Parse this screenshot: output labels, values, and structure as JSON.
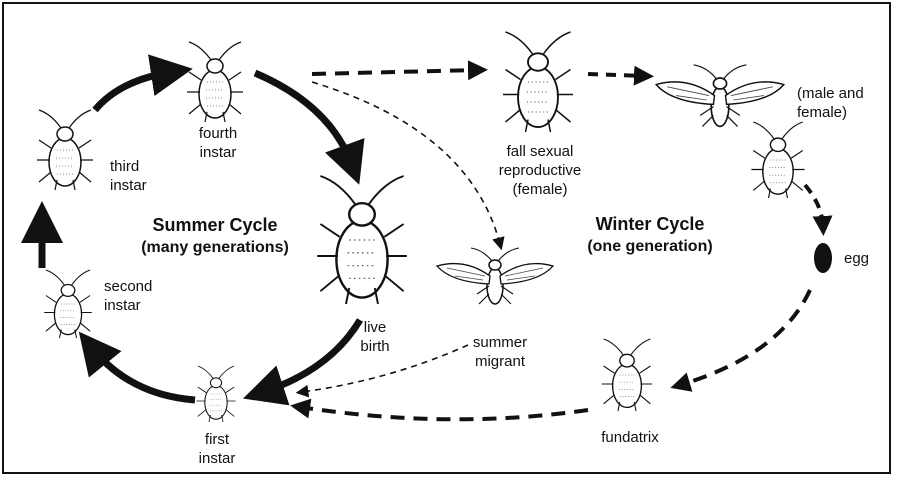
{
  "summer": {
    "title": "Summer Cycle",
    "subtitle": "(many generations)"
  },
  "winter": {
    "title": "Winter Cycle",
    "subtitle": "(one generation)"
  },
  "stages": {
    "fourth_instar": [
      "fourth",
      "instar"
    ],
    "third_instar": [
      "third",
      "instar"
    ],
    "second_instar": [
      "second",
      "instar"
    ],
    "first_instar": [
      "first",
      "instar"
    ],
    "live_birth": [
      "live",
      "birth"
    ],
    "summer_migrant": [
      "summer",
      "migrant"
    ],
    "fall_sexual": [
      "fall sexual",
      "reproductive",
      "(female)"
    ],
    "male_female": [
      "(male and",
      "female)"
    ],
    "egg": "egg",
    "fundatrix": "fundatrix"
  }
}
